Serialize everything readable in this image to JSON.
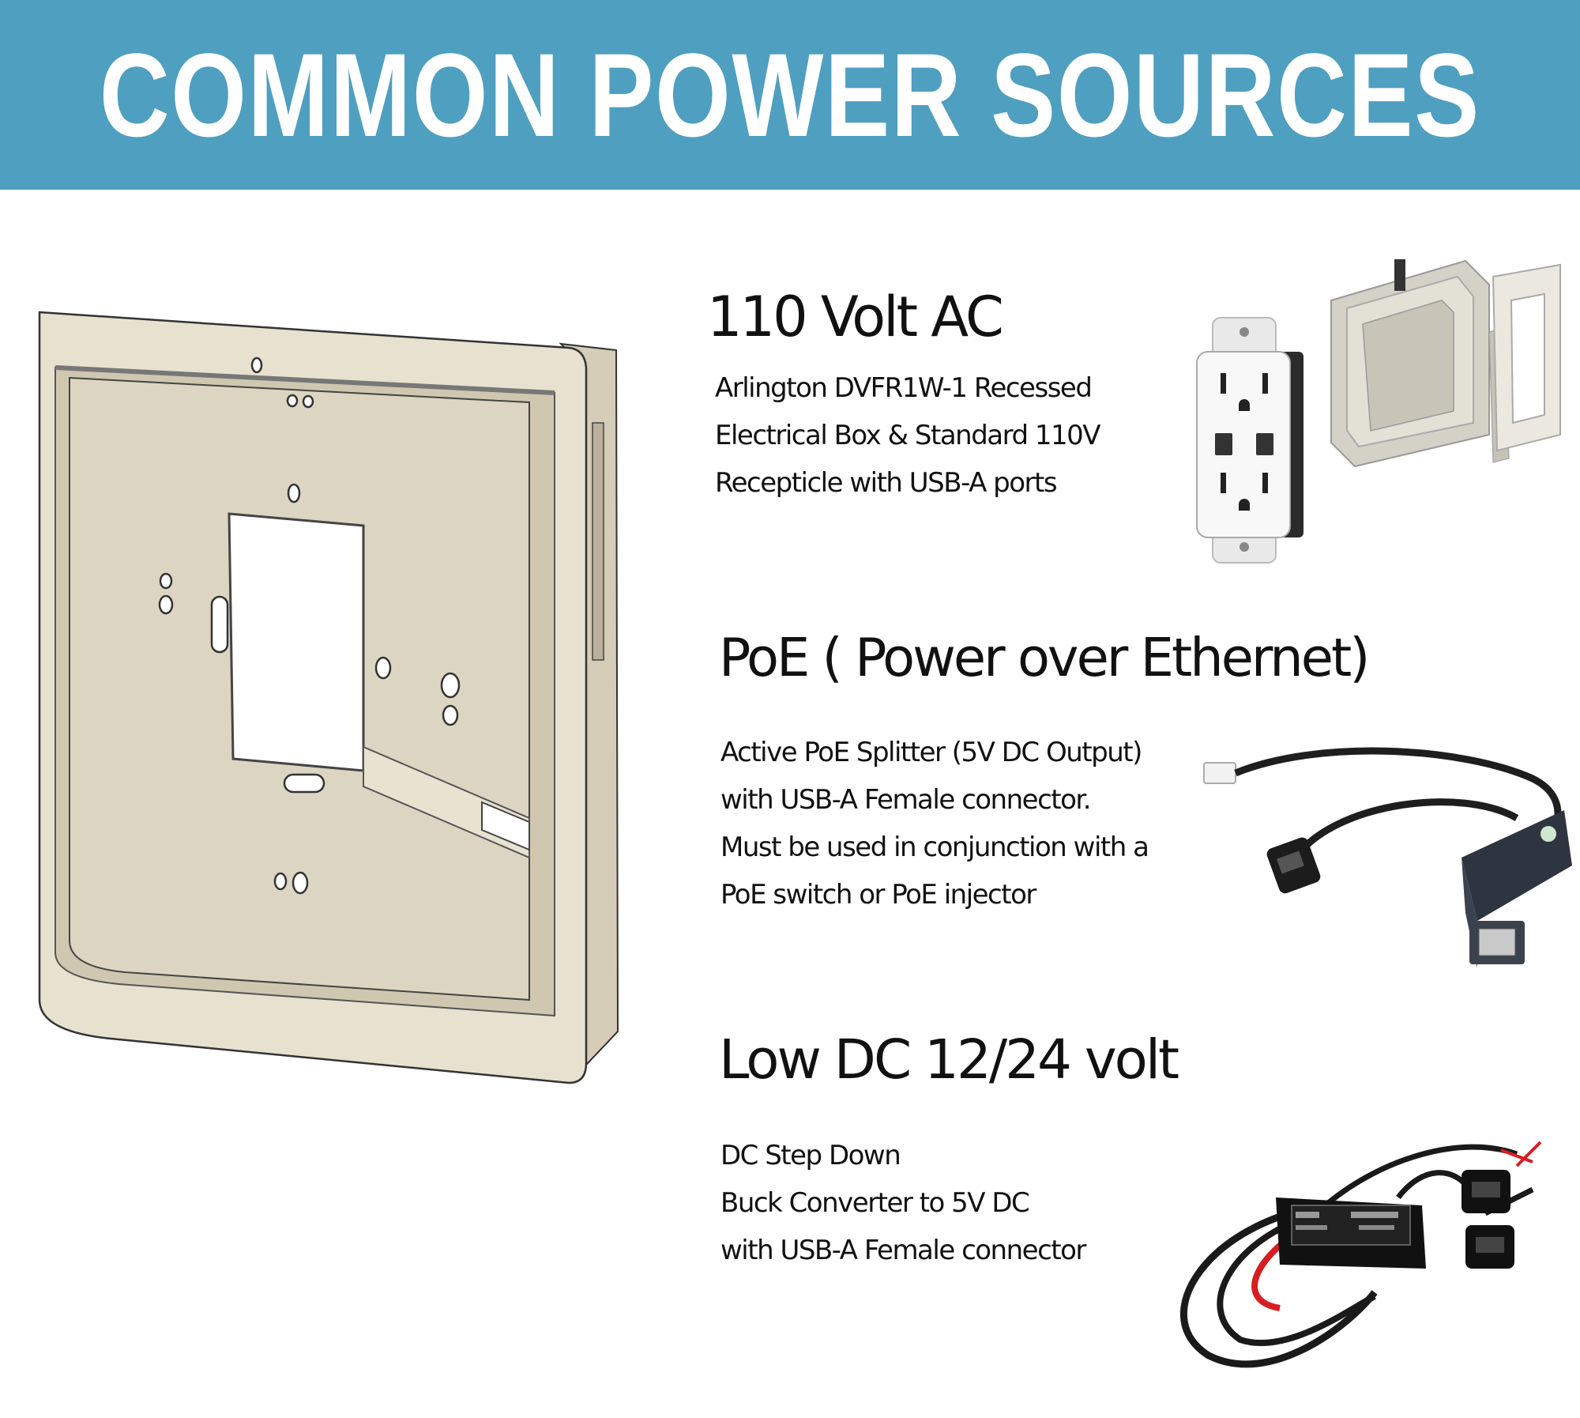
{
  "header": {
    "title": "COMMON POWER SOURCES",
    "background": "#4f9fc0"
  },
  "sections": [
    {
      "title": "110 Volt AC",
      "lines": [
        "Arlington DVFR1W-1 Recessed",
        "Electrical Box & Standard 110V",
        "Recepticle with USB-A ports"
      ]
    },
    {
      "title": "PoE ( Power over Ethernet)",
      "lines": [
        "Active PoE Splitter (5V DC Output)",
        "with USB-A Female connector.",
        "Must be used in conjunction with a",
        "PoE switch or PoE injector"
      ]
    },
    {
      "title": "Low DC 12/24 volt",
      "lines": [
        "DC Step Down",
        "Buck Converter to 5V DC",
        "with USB-A Female connector"
      ]
    }
  ],
  "product_images": {
    "mount_frame": "tablet-wall-mount-frame",
    "outlet": "usb-outlet-receptacle",
    "recessed_box": "recessed-electrical-box",
    "poe_splitter": "poe-splitter-cable",
    "dc_converter": "dc-buck-converter-cable"
  }
}
